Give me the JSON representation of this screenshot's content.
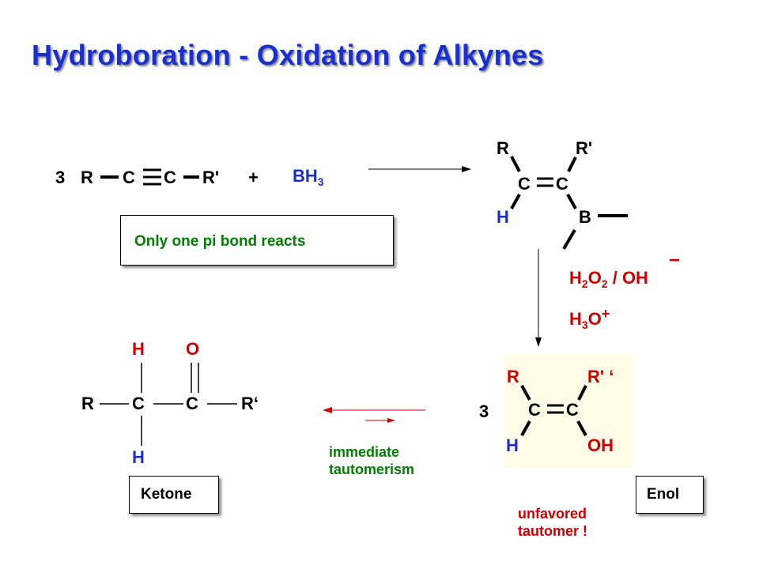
{
  "slide": {
    "title": "Hydroboration - Oxidation of Alkynes"
  },
  "reaction": {
    "coefficient": "3",
    "alkyne": {
      "r": "R",
      "c1": "C",
      "c2": "C",
      "r2": "R'"
    },
    "plus": "+",
    "borane": {
      "main": "BH",
      "sub": "3"
    },
    "note": "Only one pi bond reacts"
  },
  "vinylborane": {
    "r": "R",
    "r2": "R'",
    "c1": "C",
    "c2": "C",
    "h": "H",
    "b": "B"
  },
  "reagents": {
    "step1": {
      "h": "H",
      "sub1": "2",
      "o": "O",
      "sub2": "2",
      "rest": " / OH",
      "charge": "−"
    },
    "step2": {
      "h": "H",
      "sub": "3",
      "o": "O",
      "charge": "+"
    }
  },
  "enol": {
    "coefficient": "3",
    "r": "R",
    "r2": "R' ‘",
    "c1": "C",
    "c2": "C",
    "h": "H",
    "oh": "OH",
    "name": "Enol",
    "note": "unfavored\ntautomer !"
  },
  "ketone": {
    "h_top": "H",
    "o": "O",
    "r": "R",
    "c1": "C",
    "c2": "C",
    "r2": "R‘",
    "h_bottom": "H",
    "name": "Ketone"
  },
  "equilibrium": {
    "label": "immediate\ntautomerism"
  },
  "colors": {
    "title": "#1a2fd0",
    "red_atoms": "#cc0000",
    "blue_atoms": "#1a2fd0",
    "green_text": "#008000",
    "enol_background": "#fffbe6"
  }
}
